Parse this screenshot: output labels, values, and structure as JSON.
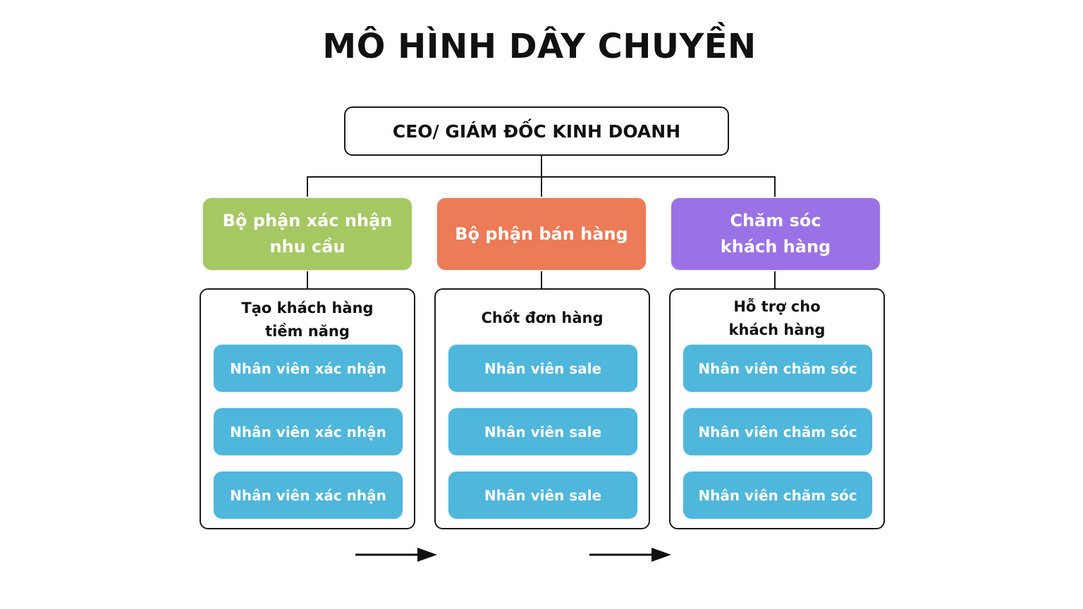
{
  "title": "MÔ HÌNH DÂY CHUYỀN",
  "ceo": {
    "label": "CEO/ GIÁM ĐỐC KINH DOANH"
  },
  "colors": {
    "dept_green": "#a5c862",
    "dept_orange": "#ec7b57",
    "dept_purple": "#9b72e6",
    "staff_blue": "#4fb6dc",
    "line": "#1a1a1a"
  },
  "departments": [
    {
      "label_line1": "Bộ phận xác nhận",
      "label_line2": "nhu cầu",
      "panel_title_line1": "Tạo khách hàng",
      "panel_title_line2": "tiềm năng",
      "staff": [
        "Nhân viên xác nhận",
        "Nhân viên xác nhận",
        "Nhân viên xác nhận"
      ]
    },
    {
      "label_line1": "Bộ phận bán hàng",
      "label_line2": "",
      "panel_title_line1": "Chốt đơn hàng",
      "panel_title_line2": "",
      "staff": [
        "Nhân viên sale",
        "Nhân viên sale",
        "Nhân viên sale"
      ]
    },
    {
      "label_line1": "Chăm sóc",
      "label_line2": "khách hàng",
      "panel_title_line1": "Hỗ trợ cho",
      "panel_title_line2": "khách hàng",
      "staff": [
        "Nhân viên chăm sóc",
        "Nhân viên chăm sóc",
        "Nhân viên chăm sóc"
      ]
    }
  ],
  "flow_arrows": [
    "arrow-right",
    "arrow-right"
  ]
}
